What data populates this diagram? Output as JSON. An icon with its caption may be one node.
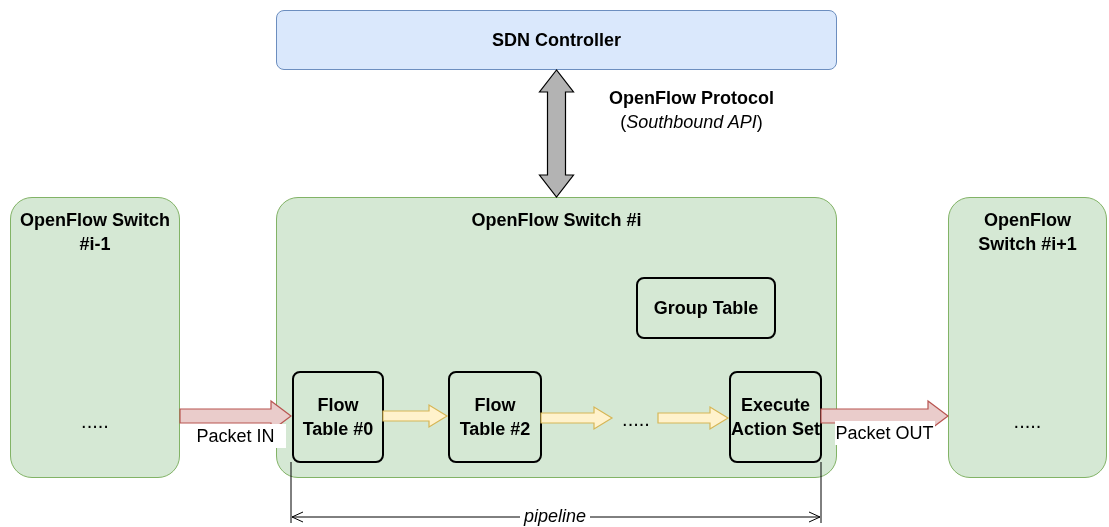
{
  "diagram": {
    "nodes": [
      {
        "text": [
          "SDN Controller"
        ]
      },
      {
        "text": [
          "OpenFlow Switch #i-1",
          "....."
        ]
      },
      {
        "text": [
          "OpenFlow Switch #i"
        ]
      },
      {
        "text": [
          "OpenFlow Switch #i+1",
          "....."
        ]
      },
      {
        "text": [
          "Group Table"
        ],
        "in": 2
      },
      {
        "text": [
          "Flow Table #0"
        ],
        "in": 2
      },
      {
        "text": [
          "Flow Table #2"
        ],
        "in": 2
      },
      {
        "text": [
          "....."
        ],
        "in": 2
      },
      {
        "text": [
          "Execute Action Set"
        ],
        "in": 2
      }
    ],
    "edges": [
      {
        "from": 0,
        "to": 2,
        "arrow": "both",
        "label": "**OpenFlow Protocol** (*Southbound API*)",
        "color": "#000000"
      },
      {
        "from": 1,
        "to": 5,
        "arrow": "to",
        "label": "Packet IN",
        "color": "#b85450"
      },
      {
        "from": 5,
        "to": 6,
        "arrow": "to"
      },
      {
        "from": 6,
        "to": 7,
        "arrow": "to"
      },
      {
        "from": 7,
        "to": 8,
        "arrow": "to"
      },
      {
        "from": 8,
        "to": 3,
        "arrow": "to",
        "label": "Packet OUT",
        "color": "#b85450"
      }
    ],
    "labels": [
      "pipeline"
    ]
  }
}
